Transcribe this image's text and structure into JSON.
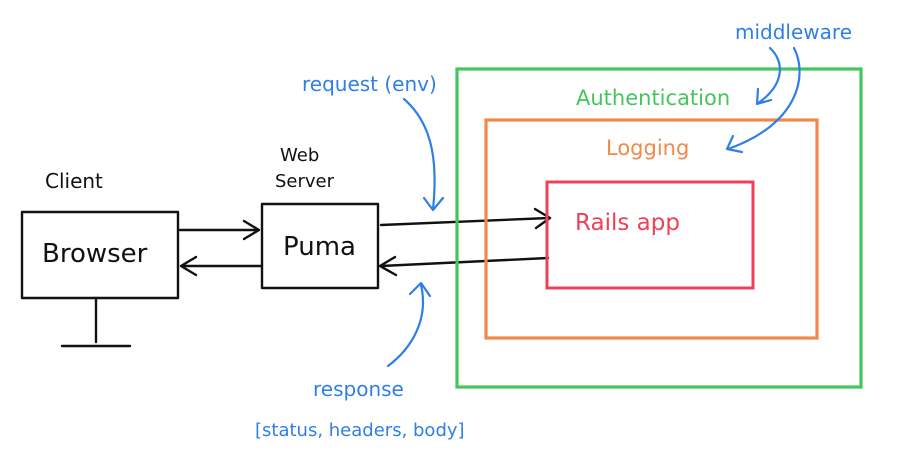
{
  "diagram": {
    "client_label": "Client",
    "browser_label": "Browser",
    "webserver_line1": "Web",
    "webserver_line2": "Server",
    "puma_label": "Puma",
    "request_label": "request (env)",
    "response_label": "response",
    "response_detail": "[status, headers, body]",
    "middleware_label": "middleware",
    "authentication_label": "Authentication",
    "logging_label": "Logging",
    "rails_app_label": "Rails app"
  },
  "colors": {
    "ink": "#111111",
    "annotation_blue": "#2f7fe6",
    "authentication_green": "#43c65c",
    "logging_orange": "#f0894a",
    "rails_red": "#ee4157"
  }
}
